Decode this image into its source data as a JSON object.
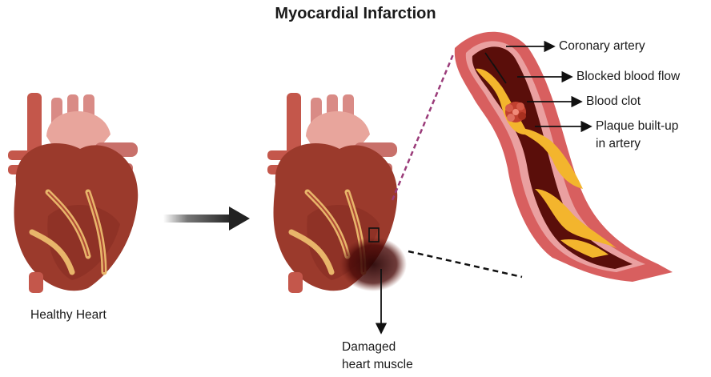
{
  "title": "Myocardial Infarction",
  "labels": {
    "healthy_heart": "Healthy Heart",
    "damaged_line1": "Damaged",
    "damaged_line2": "heart muscle",
    "coronary_artery": "Coronary artery",
    "blocked_flow": "Blocked blood flow",
    "blood_clot": "Blood clot",
    "plaque_line1": "Plaque built-up",
    "plaque_line2": "in artery"
  },
  "colors": {
    "heart_body": "#9b3a2c",
    "heart_dark": "#6e2118",
    "heart_highlight": "#c8705f",
    "vessels": "#cf7770",
    "fat": "#e8b56a",
    "artery_wall": "#d85f5f",
    "artery_lumen": "#5a0e0a",
    "plaque": "#f3b52d",
    "clot": "#c1402f",
    "damage": "#3a0707"
  }
}
